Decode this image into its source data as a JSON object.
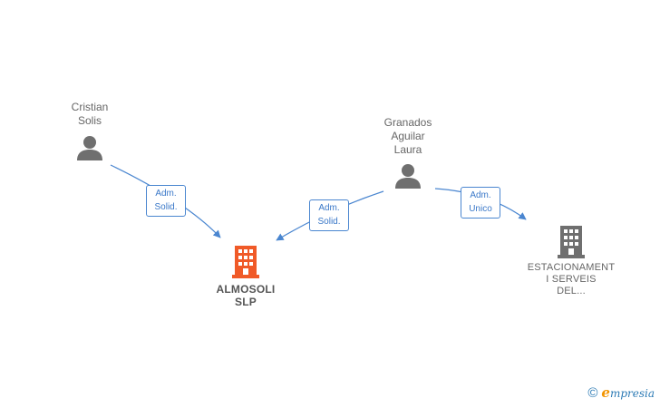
{
  "nodes": {
    "cristian": {
      "label_lines": [
        "Cristian",
        "Solis"
      ]
    },
    "granados": {
      "label_lines": [
        "Granados",
        "Aguilar",
        "Laura"
      ]
    },
    "almosoli": {
      "label_lines": [
        "ALMOSOLI",
        "SLP"
      ]
    },
    "estacionament": {
      "label_lines": [
        "ESTACIONAMENT",
        "I SERVEIS",
        "DEL..."
      ]
    }
  },
  "edges": {
    "cristian_almosoli": {
      "lines": [
        "Adm.",
        "Solid."
      ]
    },
    "granados_almosoli": {
      "lines": [
        "Adm.",
        "Solid."
      ]
    },
    "granados_estacionament": {
      "lines": [
        "Adm.",
        "Unico"
      ]
    }
  },
  "footer": {
    "copyright": "©",
    "brand_initial": "e",
    "brand_rest": "mpresia"
  },
  "colors": {
    "person_icon": "#6f6f6f",
    "main_company": "#f05a28",
    "other_company": "#6f6f6f",
    "edge": "#4a86d0"
  }
}
